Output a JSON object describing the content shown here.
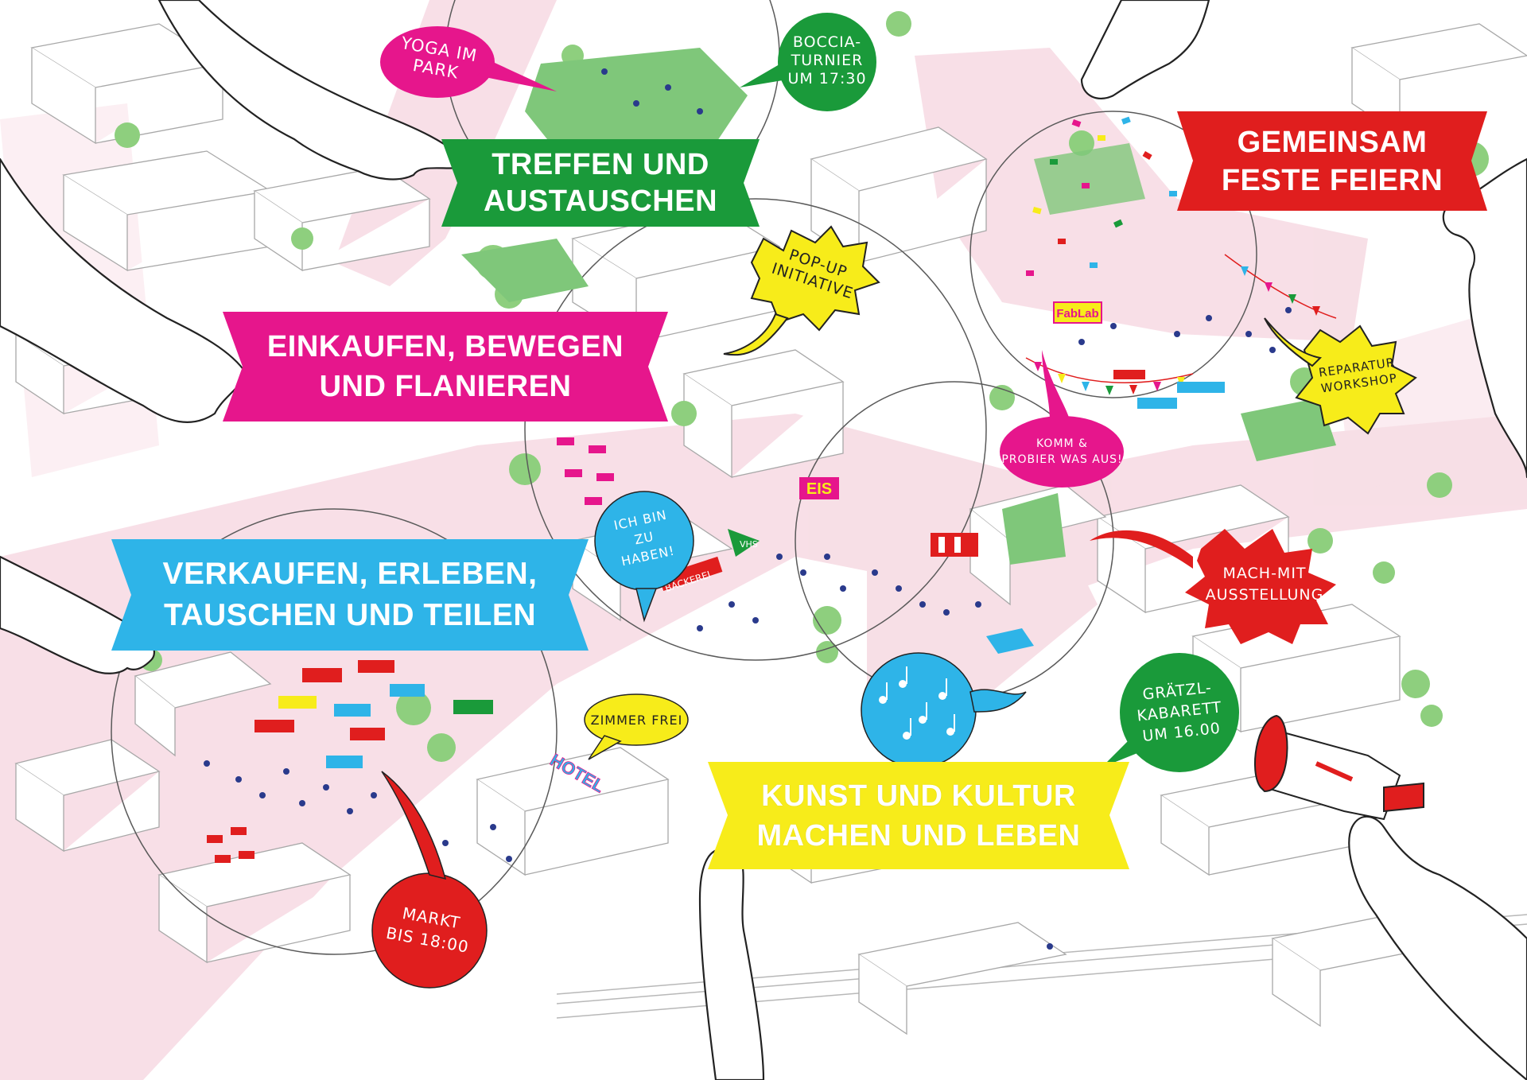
{
  "colors": {
    "green": "#1a9a3a",
    "magenta": "#e6168c",
    "red": "#e01e1e",
    "blue": "#2eb4e8",
    "yellow": "#f7ec1a",
    "pink_ground": "#f6dbe3",
    "trees": "#8ecf7e",
    "outline": "#9a9a9a"
  },
  "banners": {
    "treffen": {
      "line1": "TREFFEN UND",
      "line2": "AUSTAUSCHEN",
      "color": "green"
    },
    "einkaufen": {
      "line1": "EINKAUFEN, BEWEGEN",
      "line2": "UND FLANIEREN",
      "color": "magenta"
    },
    "feste": {
      "line1": "GEMEINSAM",
      "line2": "FESTE FEIERN",
      "color": "red"
    },
    "verkaufen": {
      "line1": "VERKAUFEN, ERLEBEN,",
      "line2": "TAUSCHEN UND TEILEN",
      "color": "blue"
    },
    "kunst": {
      "line1": "KUNST UND KULTUR",
      "line2": "MACHEN UND LEBEN",
      "color": "yellow"
    }
  },
  "bubbles": {
    "yoga": {
      "line1": "YOGA IM",
      "line2": "PARK"
    },
    "boccia": {
      "line1": "BOCCIA-",
      "line2": "TURNIER",
      "line3": "UM 17:30"
    },
    "popup": {
      "line1": "POP-UP",
      "line2": "INITIATIVE"
    },
    "reparatur": {
      "line1": "REPARATUR",
      "line2": "WORKSHOP"
    },
    "komm": {
      "line1": "KOMM &",
      "line2": "PROBIER WAS AUS!"
    },
    "ichbin": {
      "line1": "ICH BIN",
      "line2": "ZU",
      "line3": "HABEN!"
    },
    "machmit": {
      "line1": "MACH-MIT",
      "line2": "AUSSTELLUNG"
    },
    "zimmer": {
      "line1": "ZIMMER FREI"
    },
    "graetzl": {
      "line1": "GRÄTZL-",
      "line2": "KABARETT",
      "line3": "UM 16.00"
    },
    "markt": {
      "line1": "MARKT",
      "line2": "BIS 18:00"
    }
  },
  "signs": {
    "fablab": "FabLab",
    "eis": "EIS",
    "baeckerei": "BÄCKEREI",
    "vhs": "VHS",
    "hotel": "HOTEL"
  },
  "icons": {
    "music": "music-notes-icon",
    "megaphone": "megaphone-icon"
  }
}
